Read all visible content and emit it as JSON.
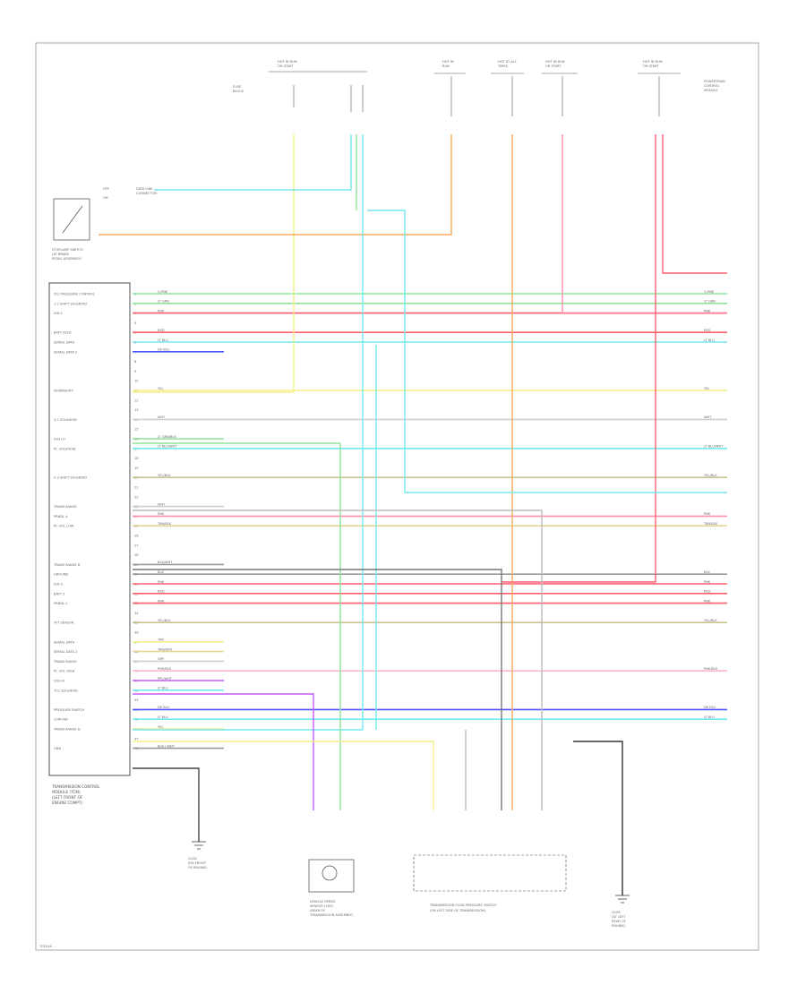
{
  "footer": {
    "code": "TCE01A"
  },
  "colors": {
    "yellow": "#f3ef8a",
    "green": "#8fe39a",
    "cyan": "#73e8ee",
    "orange": "#f6aa5e",
    "red": "#ff5f6e",
    "pink": "#ff90a8",
    "lightpink": "#ffb8c8",
    "violet": "#c45cff",
    "blue": "#4a55ff",
    "olive": "#c9c48e",
    "grey": "#9a9a9a",
    "tan": "#e8d29a",
    "black": "#333333",
    "white": "#cfcfcf"
  },
  "tcm": {
    "title_lines": [
      "TRANSMISSION CONTROL",
      "MODULE (TCM)",
      "(LEFT FRONT OF",
      "ENGINE COMPT)"
    ],
    "pins": [
      {
        "n": "1",
        "name": "TCC PRESSURE CONTROL",
        "color": "green",
        "code": "G.PNK"
      },
      {
        "n": "2",
        "name": "1-2 SHIFT SOLENOID",
        "color": "green",
        "code": "LT GRN"
      },
      {
        "n": "3",
        "name": "IGN 1",
        "color": "red",
        "code": "PNK"
      },
      {
        "n": "4",
        "name": "",
        "color": "",
        "code": ""
      },
      {
        "n": "5",
        "name": "BATT FEED",
        "color": "red",
        "code": "RED"
      },
      {
        "n": "6",
        "name": "SERIAL DATA",
        "color": "cyan",
        "code": "LT BLU"
      },
      {
        "n": "7",
        "name": "SERIAL DATA 2",
        "color": "blue",
        "code": "DK BLU"
      },
      {
        "n": "8",
        "name": "",
        "color": "",
        "code": ""
      },
      {
        "n": "9",
        "name": "",
        "color": "",
        "code": ""
      },
      {
        "n": "10",
        "name": "",
        "color": "",
        "code": ""
      },
      {
        "n": "11",
        "name": "DOWNSHIFT",
        "color": "yellow",
        "code": "YEL"
      },
      {
        "n": "12",
        "name": "",
        "color": "",
        "code": ""
      },
      {
        "n": "13",
        "name": "",
        "color": "",
        "code": ""
      },
      {
        "n": "14",
        "name": "3-2 SOLENOID",
        "color": "white",
        "code": "WHT"
      },
      {
        "n": "15",
        "name": "",
        "color": "",
        "code": ""
      },
      {
        "n": "16",
        "name": "VSS LO",
        "color": "green",
        "code": "LT GRN/BLK"
      },
      {
        "n": "17",
        "name": "PC SOLENOID",
        "color": "cyan",
        "code": "LT BLU/WHT"
      },
      {
        "n": "18",
        "name": "",
        "color": "",
        "code": ""
      },
      {
        "n": "19",
        "name": "",
        "color": "",
        "code": ""
      },
      {
        "n": "20",
        "name": "2-3 SHIFT SOLENOID",
        "color": "olive",
        "code": "YEL/BLK"
      },
      {
        "n": "21",
        "name": "",
        "color": "",
        "code": ""
      },
      {
        "n": "22",
        "name": "",
        "color": "",
        "code": ""
      },
      {
        "n": "23",
        "name": "TRANS RANGE",
        "color": "white",
        "code": "WHT"
      },
      {
        "n": "24",
        "name": "PRNDL A",
        "color": "pink",
        "code": "PNK"
      },
      {
        "n": "25",
        "name": "PC SOL LOW",
        "color": "tan",
        "code": "TAN/BLK"
      },
      {
        "n": "26",
        "name": "",
        "color": "",
        "code": ""
      },
      {
        "n": "27",
        "name": "",
        "color": "",
        "code": ""
      },
      {
        "n": "28",
        "name": "",
        "color": "",
        "code": ""
      },
      {
        "n": "29",
        "name": "TRANS RANGE B",
        "color": "grey",
        "code": "BLK/WHT"
      },
      {
        "n": "30",
        "name": "GROUND",
        "color": "grey",
        "code": "BLK"
      },
      {
        "n": "31",
        "name": "IGN 3",
        "color": "red",
        "code": "PNK"
      },
      {
        "n": "32",
        "name": "BATT 2",
        "color": "red",
        "code": "RED"
      },
      {
        "n": "33",
        "name": "PRNDL C",
        "color": "red",
        "code": "PNK"
      },
      {
        "n": "34",
        "name": "",
        "color": "",
        "code": ""
      },
      {
        "n": "35",
        "name": "TFT SENSOR",
        "color": "olive",
        "code": "YEL/BLK"
      },
      {
        "n": "36",
        "name": "",
        "color": "",
        "code": ""
      },
      {
        "n": "37",
        "name": "SERIAL DATA",
        "color": "yellow",
        "code": "TAN"
      },
      {
        "n": "38",
        "name": "SERIAL DATA 2",
        "color": "tan",
        "code": "TAN/WHT"
      },
      {
        "n": "39",
        "name": "TRANS RANGE",
        "color": "white",
        "code": "GRY"
      },
      {
        "n": "40",
        "name": "PC SOL HIGH",
        "color": "lightpink",
        "code": "PNK/BLK"
      },
      {
        "n": "41",
        "name": "VSS HI",
        "color": "violet",
        "code": "PPL/WHT"
      },
      {
        "n": "42",
        "name": "TCC SOLENOID",
        "color": "cyan",
        "code": "LT BLU"
      },
      {
        "n": "43",
        "name": "",
        "color": "",
        "code": ""
      },
      {
        "n": "44",
        "name": "PRESSURE SWITCH",
        "color": "blue",
        "code": "DK BLU"
      },
      {
        "n": "45",
        "name": "LOW REF",
        "color": "cyan",
        "code": "LT BLU"
      },
      {
        "n": "46",
        "name": "TRANS RANGE D",
        "color": "yellow",
        "code": "YEL"
      },
      {
        "n": "47",
        "name": "",
        "color": "",
        "code": ""
      },
      {
        "n": "48",
        "name": "GND",
        "color": "grey",
        "code": "BLK / WHT"
      }
    ]
  },
  "top_components": [
    {
      "lines": [
        "HOT IN RUN",
        "OR START"
      ]
    },
    {
      "lines": [
        "HOT IN",
        "RUN"
      ]
    },
    {
      "lines": [
        "HOT AT ALL",
        "TIMES"
      ]
    },
    {
      "lines": [
        "HOT IN RUN",
        "OR START"
      ]
    },
    {
      "lines": [
        "HOT IN RUN",
        "OR START"
      ]
    },
    {
      "lines": [
        "POWERTRAIN",
        "CONTROL",
        "MODULE"
      ]
    }
  ],
  "stoplamp": {
    "lines": [
      "STOPLAMP SWITCH",
      "(AT BRAKE",
      "PEDAL ASSEMBLY)"
    ],
    "off": "OFF",
    "on": "ON",
    "ref": [
      "DATA LINK",
      "CONNECTOR"
    ]
  },
  "grounds": [
    {
      "lines": [
        "G104",
        "(RH FRONT",
        "OF ENGINE)"
      ]
    },
    {
      "lines": [
        "G106",
        "(AT LEFT",
        "REAR OF",
        "ENGINE)"
      ]
    }
  ],
  "vss": {
    "lines": [
      "VEHICLE SPEED",
      "SENSOR (VSS)",
      "(REAR OF",
      "TRANSMISSION ASSEMBLY)"
    ]
  },
  "pressure_switch": {
    "lines": [
      "TRANSMISSION FLUID PRESSURE SWITCH",
      "(ON LEFT SIDE OF TRANSMISSION)"
    ]
  },
  "right_notes": [
    {
      "lines": [
        "POWERTRAIN",
        "CONTROL",
        "MODULE"
      ]
    }
  ]
}
